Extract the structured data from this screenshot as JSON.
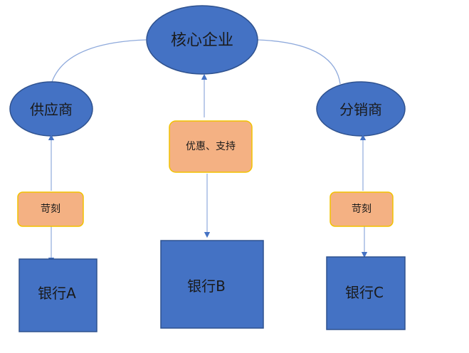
{
  "nodes": {
    "core": {
      "label": "核心企业"
    },
    "supplier": {
      "label": "供应商"
    },
    "distributor": {
      "label": "分销商"
    },
    "bank_a": {
      "label": "银行A"
    },
    "bank_b": {
      "label": "银行B"
    },
    "bank_c": {
      "label": "银行C"
    }
  },
  "edge_labels": {
    "left": "苛刻",
    "center": "优惠、支持",
    "right": "苛刻"
  },
  "colors": {
    "node_fill": "#4472c4",
    "node_stroke": "#2f528f",
    "label_fill": "#f4b183",
    "label_stroke": "#f2c200",
    "connector": "#8faadc",
    "arrow": "#4472c4"
  }
}
